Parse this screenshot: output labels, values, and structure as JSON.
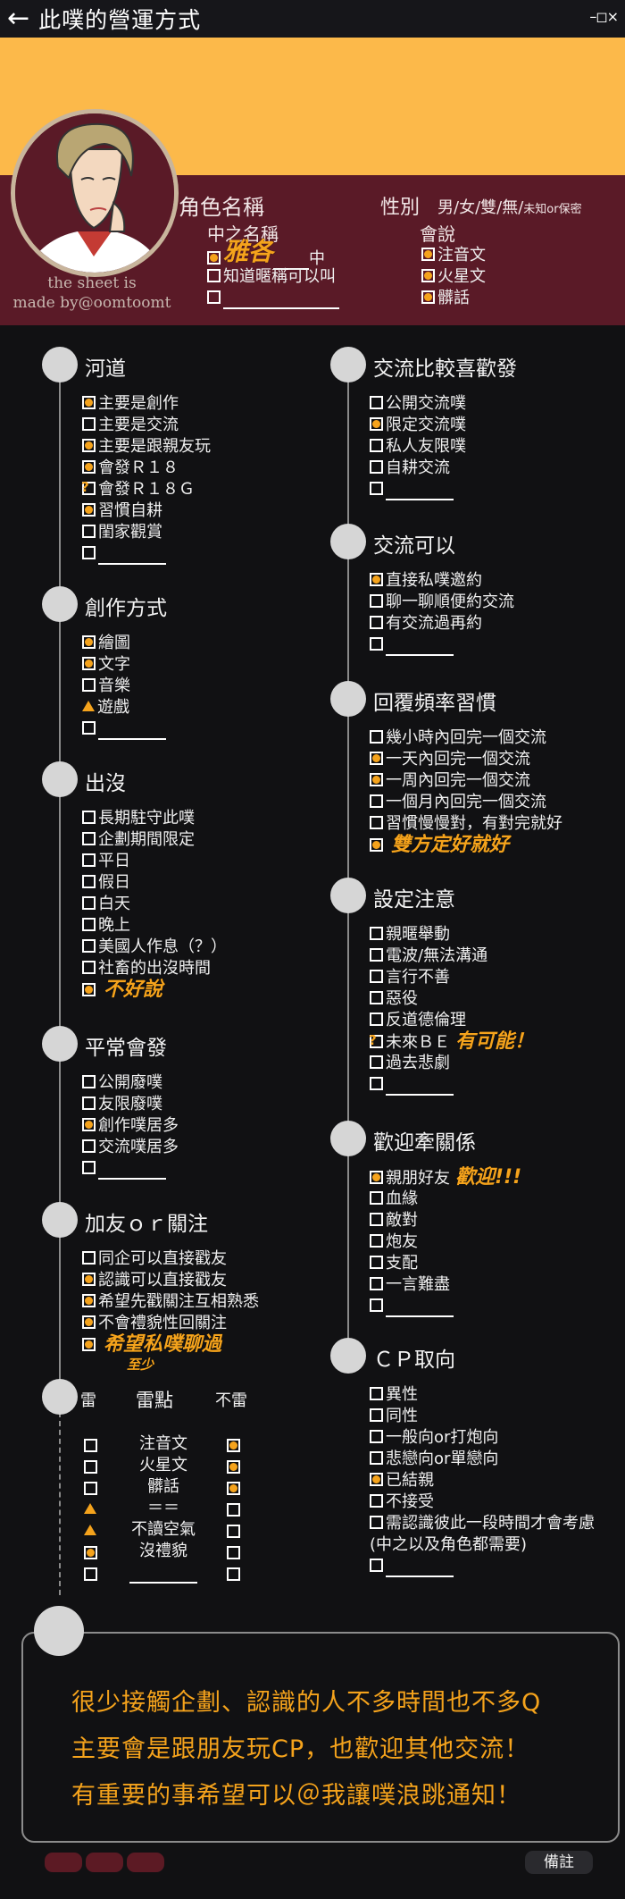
{
  "titlebar": {
    "back_icon": "←",
    "title": "此噗的營運方式",
    "window_buttons": "–◻×"
  },
  "profile": {
    "credit_line1": "the sheet is",
    "credit_line2": "made by@oomtoomt",
    "role_label": "角色名稱",
    "gender_label": "性別",
    "gender_options": "男/女/雙/無/",
    "gender_small": "未知or保密",
    "name_sub": "中之名稱",
    "name_value": "雅各",
    "name_suffix": "中",
    "nick_option": "知道暱稱可以叫",
    "lang_label": "會說",
    "langs": [
      {
        "label": "注音文",
        "state": "on"
      },
      {
        "label": "火星文",
        "state": "on"
      },
      {
        "label": "髒話",
        "state": "on"
      }
    ]
  },
  "left_sections": [
    {
      "title": "河道",
      "items": [
        {
          "label": "主要是創作",
          "state": "on"
        },
        {
          "label": "主要是交流",
          "state": "off"
        },
        {
          "label": "主要是跟親友玩",
          "state": "on"
        },
        {
          "label": "會發Ｒ１８",
          "state": "on"
        },
        {
          "label": "會發Ｒ１８Ｇ",
          "state": "q"
        },
        {
          "label": "習慣自耕",
          "state": "on"
        },
        {
          "label": "閨家觀賞",
          "state": "off"
        },
        {
          "label": "",
          "state": "off",
          "blank": true
        }
      ]
    },
    {
      "title": "創作方式",
      "items": [
        {
          "label": "繪圖",
          "state": "on"
        },
        {
          "label": "文字",
          "state": "on"
        },
        {
          "label": "音樂",
          "state": "off"
        },
        {
          "label": "遊戲",
          "state": "tri"
        },
        {
          "label": "",
          "state": "off",
          "blank": true
        }
      ]
    },
    {
      "title": "出沒",
      "items": [
        {
          "label": "長期駐守此噗",
          "state": "off"
        },
        {
          "label": "企劃期間限定",
          "state": "off"
        },
        {
          "label": "平日",
          "state": "off"
        },
        {
          "label": "假日",
          "state": "off"
        },
        {
          "label": "白天",
          "state": "off"
        },
        {
          "label": "晚上",
          "state": "off"
        },
        {
          "label": "美國人作息（？）",
          "state": "off"
        },
        {
          "label": "社畜的出沒時間",
          "state": "off"
        },
        {
          "label": "",
          "state": "on",
          "hand": "不好說"
        }
      ]
    },
    {
      "title": "平常會發",
      "items": [
        {
          "label": "公開廢噗",
          "state": "off"
        },
        {
          "label": "友限廢噗",
          "state": "off"
        },
        {
          "label": "創作噗居多",
          "state": "on"
        },
        {
          "label": "交流噗居多",
          "state": "off"
        },
        {
          "label": "",
          "state": "off",
          "blank": true
        }
      ]
    },
    {
      "title": "加友ｏｒ關注",
      "items": [
        {
          "label": "同企可以直接戳友",
          "state": "off"
        },
        {
          "label": "認識可以直接戳友",
          "state": "on"
        },
        {
          "label": "希望先戳關注互相熟悉",
          "state": "on"
        },
        {
          "label": "不會禮貌性回關注",
          "state": "on"
        },
        {
          "label": "",
          "state": "on",
          "hand": "希望私噗聊過",
          "hand2": "至少"
        }
      ]
    }
  ],
  "mine": {
    "col_dislike": "雷",
    "col_label": "雷點",
    "col_ok": "不雷",
    "rows": [
      {
        "label": "注音文",
        "lei": "off",
        "ok": "on"
      },
      {
        "label": "火星文",
        "lei": "off",
        "ok": "on"
      },
      {
        "label": "髒話",
        "lei": "off",
        "ok": "on"
      },
      {
        "label": "＝＝",
        "lei": "tri",
        "ok": "off"
      },
      {
        "label": "不讀空氣",
        "lei": "tri",
        "ok": "off"
      },
      {
        "label": "沒禮貌",
        "lei": "on",
        "ok": "off"
      },
      {
        "label": "",
        "lei": "off",
        "ok": "off",
        "blank": true
      }
    ]
  },
  "right_sections": [
    {
      "title": "交流比較喜歡發",
      "items": [
        {
          "label": "公開交流噗",
          "state": "off"
        },
        {
          "label": "限定交流噗",
          "state": "on"
        },
        {
          "label": "私人友限噗",
          "state": "off"
        },
        {
          "label": "自耕交流",
          "state": "off"
        },
        {
          "label": "",
          "state": "off",
          "blank": true
        }
      ]
    },
    {
      "title": "交流可以",
      "items": [
        {
          "label": "直接私噗邀約",
          "state": "on"
        },
        {
          "label": "聊一聊順便約交流",
          "state": "off"
        },
        {
          "label": "有交流過再約",
          "state": "off"
        },
        {
          "label": "",
          "state": "off",
          "blank": true
        }
      ]
    },
    {
      "title": "回覆頻率習慣",
      "items": [
        {
          "label": "幾小時內回完一個交流",
          "state": "off"
        },
        {
          "label": "一天內回完一個交流",
          "state": "on"
        },
        {
          "label": "一周內回完一個交流",
          "state": "on"
        },
        {
          "label": "一個月內回完一個交流",
          "state": "off"
        },
        {
          "label": "習慣慢慢對，有對完就好",
          "state": "off"
        },
        {
          "label": "",
          "state": "on",
          "hand": "雙方定好就好"
        }
      ]
    },
    {
      "title": "設定注意",
      "items": [
        {
          "label": "親暱舉動",
          "state": "off"
        },
        {
          "label": "電波/無法溝通",
          "state": "off"
        },
        {
          "label": "言行不善",
          "state": "off"
        },
        {
          "label": "惡役",
          "state": "off"
        },
        {
          "label": "反道德倫理",
          "state": "off"
        },
        {
          "label": "未來ＢＥ",
          "state": "q",
          "hand": "有可能！"
        },
        {
          "label": "過去悲劇",
          "state": "off"
        },
        {
          "label": "",
          "state": "off",
          "blank": true
        }
      ]
    },
    {
      "title": "歡迎牽關係",
      "items": [
        {
          "label": "親朋好友",
          "state": "on",
          "hand": "歡迎!!!"
        },
        {
          "label": "血緣",
          "state": "off"
        },
        {
          "label": "敵對",
          "state": "off"
        },
        {
          "label": "炮友",
          "state": "off"
        },
        {
          "label": "支配",
          "state": "off"
        },
        {
          "label": "一言難盡",
          "state": "off"
        },
        {
          "label": "",
          "state": "off",
          "blank": true
        }
      ]
    },
    {
      "title": "ＣＰ取向",
      "items": [
        {
          "label": "異性",
          "state": "off"
        },
        {
          "label": "同性",
          "state": "off"
        },
        {
          "label": "一般向or打炮向",
          "state": "off"
        },
        {
          "label": "悲戀向or單戀向",
          "state": "off"
        },
        {
          "label": "已結親",
          "state": "on"
        },
        {
          "label": "不接受",
          "state": "off"
        },
        {
          "label": "需認識彼此一段時間才會考慮",
          "state": "off"
        },
        {
          "label": "(中之以及角色都需要)",
          "state": "none"
        },
        {
          "label": "",
          "state": "off",
          "blank": true
        }
      ]
    }
  ],
  "note": {
    "lines": [
      "很少接觸企劃、認識的人不多時間也不多Q",
      "主要會是跟朋友玩CP，也歡迎其他交流！",
      "有重要的事希望可以＠我讓噗浪跳通知！"
    ]
  },
  "footer": {
    "memo_label": "備註"
  },
  "colors": {
    "accent": "#f5a31c",
    "banner_yellow": "#fcb94a",
    "banner_maroon": "#5a1a27",
    "background": "#111113"
  }
}
